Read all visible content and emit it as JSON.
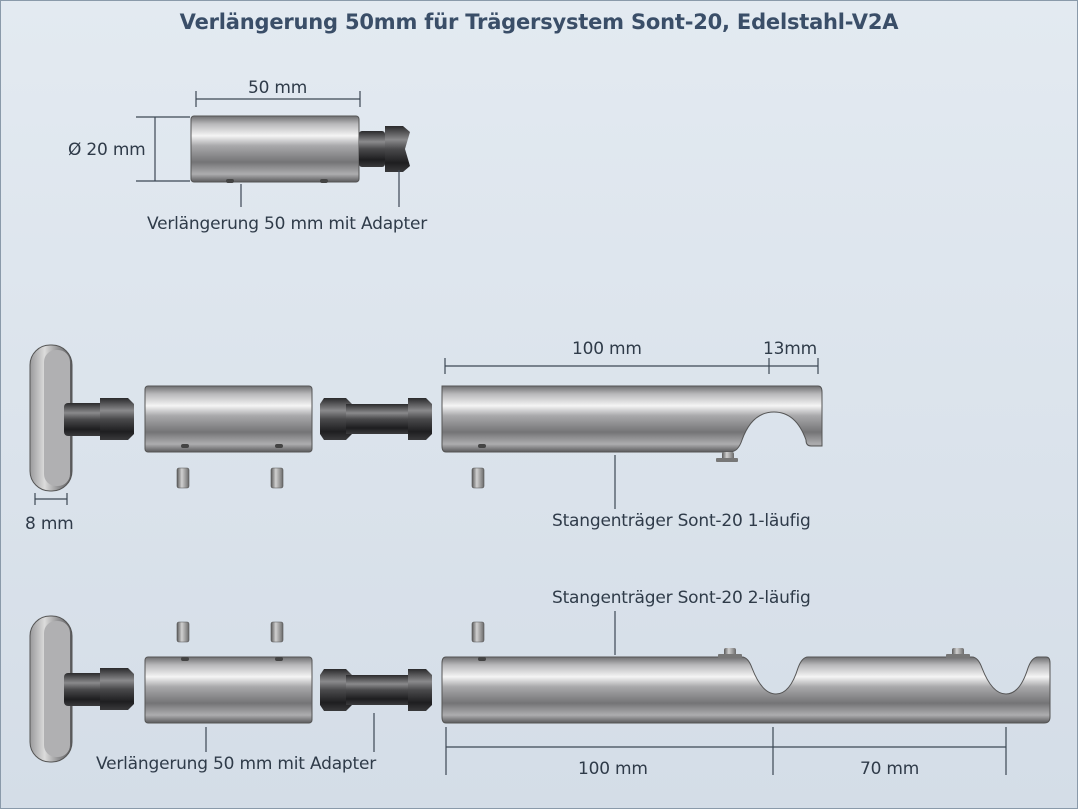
{
  "title": "Verlängerung 50mm für Trägersystem Sont-20, Edelstahl-V2A",
  "labels": {
    "top_length": "50 mm",
    "top_diameter": "Ø 20 mm",
    "top_part": "Verlängerung 50 mm mit Adapter",
    "mid_length": "100 mm",
    "mid_end": "13mm",
    "mid_base": "8 mm",
    "mid_part": "Stangenträger Sont-20 1-läufig",
    "bot_part": "Stangenträger Sont-20 2-läufig",
    "bot_adapter": "Verlängerung 50 mm mit Adapter",
    "bot_length1": "100 mm",
    "bot_length2": "70 mm"
  },
  "colors": {
    "background": "#d6dfe8",
    "title": "#3a4e68",
    "text": "#2f3b49",
    "dimension_line": "#3c4754"
  }
}
